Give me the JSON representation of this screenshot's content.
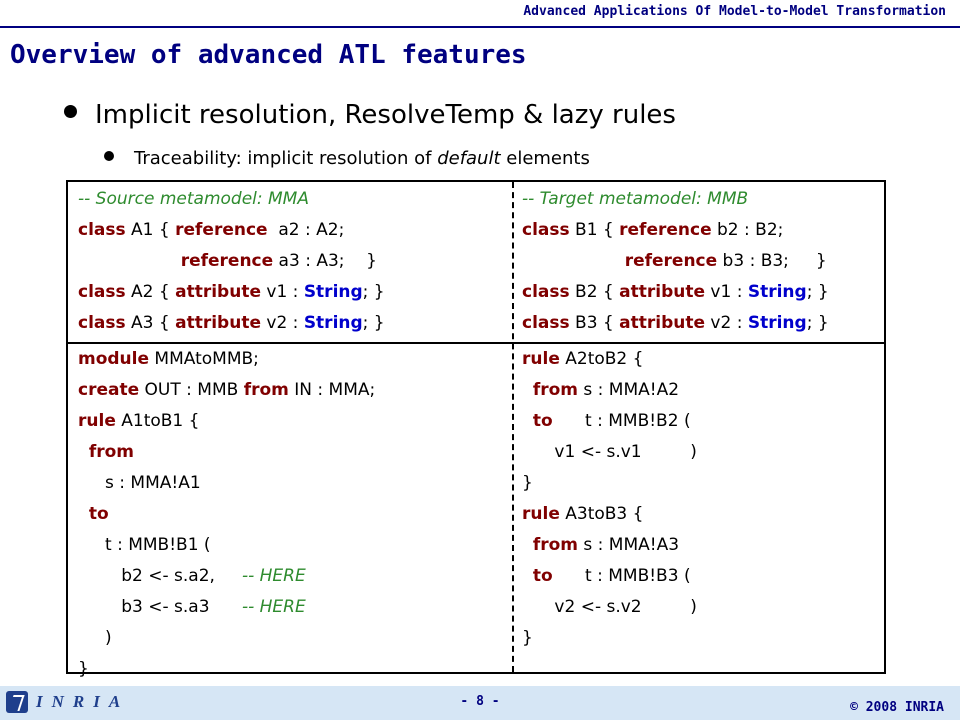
{
  "header": {
    "title": "Advanced Applications Of Model-to-Model Transformation"
  },
  "slide": {
    "title": "Overview of advanced ATL features",
    "bullet1": "Implicit resolution, ResolveTemp & lazy rules",
    "bullet2_prefix": "Traceability: implicit resolution of ",
    "bullet2_emph": "default",
    "bullet2_suffix": " elements"
  },
  "code": {
    "source_meta": [
      [
        [
          "cm",
          "-- Source metamodel: MMA"
        ]
      ],
      [
        [
          "kw",
          "class"
        ],
        [
          "t",
          " A1 { "
        ],
        [
          "kw",
          "reference"
        ],
        [
          "t",
          "  a2 : A2;"
        ]
      ],
      [
        [
          "t",
          "                   "
        ],
        [
          "kw",
          "reference"
        ],
        [
          "t",
          " a3 : A3;    }"
        ]
      ],
      [
        [
          "kw",
          "class"
        ],
        [
          "t",
          " A2 { "
        ],
        [
          "kw",
          "attribute"
        ],
        [
          "t",
          " v1 : "
        ],
        [
          "ty",
          "String"
        ],
        [
          "t",
          "; }"
        ]
      ],
      [
        [
          "kw",
          "class"
        ],
        [
          "t",
          " A3 { "
        ],
        [
          "kw",
          "attribute"
        ],
        [
          "t",
          " v2 : "
        ],
        [
          "ty",
          "String"
        ],
        [
          "t",
          "; }"
        ]
      ]
    ],
    "target_meta": [
      [
        [
          "cm",
          "-- Target metamodel: MMB"
        ]
      ],
      [
        [
          "kw",
          "class"
        ],
        [
          "t",
          " B1 { "
        ],
        [
          "kw",
          "reference"
        ],
        [
          "t",
          " b2 : B2;"
        ]
      ],
      [
        [
          "t",
          "                   "
        ],
        [
          "kw",
          "reference"
        ],
        [
          "t",
          " b3 : B3;     }"
        ]
      ],
      [
        [
          "kw",
          "class"
        ],
        [
          "t",
          " B2 { "
        ],
        [
          "kw",
          "attribute"
        ],
        [
          "t",
          " v1 : "
        ],
        [
          "ty",
          "String"
        ],
        [
          "t",
          "; }"
        ]
      ],
      [
        [
          "kw",
          "class"
        ],
        [
          "t",
          " B3 { "
        ],
        [
          "kw",
          "attribute"
        ],
        [
          "t",
          " v2 : "
        ],
        [
          "ty",
          "String"
        ],
        [
          "t",
          "; }"
        ]
      ]
    ],
    "module_rules": [
      [
        [
          "kw",
          "module"
        ],
        [
          "t",
          " MMAtoMMB;"
        ]
      ],
      [
        [
          "kw",
          "create"
        ],
        [
          "t",
          " OUT : MMB "
        ],
        [
          "kw",
          "from"
        ],
        [
          "t",
          " IN : MMA;"
        ]
      ],
      [
        [
          "kw",
          "rule"
        ],
        [
          "t",
          " A1toB1 {"
        ]
      ],
      [
        [
          "t",
          "  "
        ],
        [
          "kw",
          "from"
        ]
      ],
      [
        [
          "t",
          "     s : MMA!A1"
        ]
      ],
      [
        [
          "t",
          "  "
        ],
        [
          "kw",
          "to"
        ]
      ],
      [
        [
          "t",
          "     t : MMB!B1 ("
        ]
      ],
      [
        [
          "t",
          "        b2 <- s.a2,     "
        ],
        [
          "cm",
          "-- HERE"
        ]
      ],
      [
        [
          "t",
          "        b3 <- s.a3      "
        ],
        [
          "cm",
          "-- HERE"
        ]
      ],
      [
        [
          "t",
          "     )"
        ]
      ],
      [
        [
          "t",
          "}"
        ]
      ]
    ],
    "other_rules": [
      [
        [
          "kw",
          "rule"
        ],
        [
          "t",
          " A2toB2 {"
        ]
      ],
      [
        [
          "t",
          "  "
        ],
        [
          "kw",
          "from"
        ],
        [
          "t",
          " s : MMA!A2"
        ]
      ],
      [
        [
          "t",
          "  "
        ],
        [
          "kw",
          "to"
        ],
        [
          "t",
          "      t : MMB!B2 ("
        ]
      ],
      [
        [
          "t",
          "      v1 <- s.v1         )"
        ]
      ],
      [
        [
          "t",
          "}"
        ]
      ],
      [
        [
          "kw",
          "rule"
        ],
        [
          "t",
          " A3toB3 {"
        ]
      ],
      [
        [
          "t",
          "  "
        ],
        [
          "kw",
          "from"
        ],
        [
          "t",
          " s : MMA!A3"
        ]
      ],
      [
        [
          "t",
          "  "
        ],
        [
          "kw",
          "to"
        ],
        [
          "t",
          "      t : MMB!B3 ("
        ]
      ],
      [
        [
          "t",
          "      v2 <- s.v2         )"
        ]
      ],
      [
        [
          "t",
          "}"
        ]
      ]
    ]
  },
  "footer": {
    "logo_text": "INRIA",
    "page_number": "- 8 -",
    "copyright": "© 2008 INRIA"
  },
  "colors": {
    "keyword": "#800000",
    "type": "#0000cc",
    "comment": "#2e8b2e",
    "title": "#000080"
  }
}
